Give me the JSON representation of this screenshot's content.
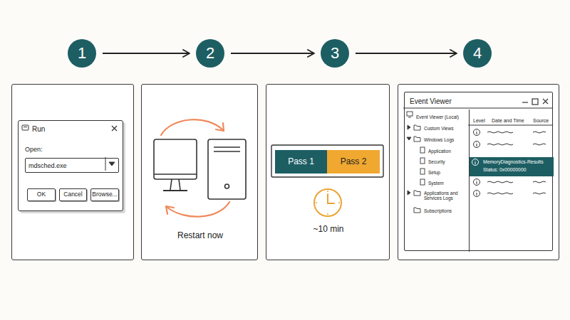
{
  "diagram": {
    "nodes": [
      {
        "text": [
          "1"
        ]
      },
      {
        "text": [
          "2"
        ]
      },
      {
        "text": [
          "3"
        ]
      },
      {
        "text": [
          "4"
        ]
      },
      {
        "text": []
      },
      {
        "text": [
          "Run",
          "Open:"
        ],
        "in": 4
      },
      {
        "text": [
          "mdsched.exe"
        ],
        "in": 5
      },
      {
        "text": [
          "OK"
        ],
        "in": 5
      },
      {
        "text": [
          "Cancel"
        ],
        "in": 5
      },
      {
        "text": [
          "Browse..."
        ],
        "in": 5
      },
      {
        "text": [
          "Restart now"
        ]
      },
      {
        "text": [
          "~10 min"
        ]
      },
      {
        "text": [
          "Pass 1"
        ],
        "in": 11
      },
      {
        "text": [
          "Pass 2"
        ],
        "in": 11
      },
      {
        "text": []
      },
      {
        "text": [
          "Event Viewer"
        ],
        "in": 14
      },
      {
        "text": [
          "Event Viewer (Local)",
          "Custom Views",
          "Windows Logs",
          "Application",
          "Security",
          "Setup",
          "System",
          "Applications and Services Logs",
          "Subscriptions"
        ],
        "in": 15
      },
      {
        "text": [
          "Level",
          "Date and Time",
          "Source"
        ],
        "in": 15
      },
      {
        "text": [
          "MemoryDiagnostics-Results",
          "Status: 0x00000000"
        ],
        "in": 17
      }
    ],
    "edges": [
      {
        "from": 0,
        "to": 1,
        "arrow": "to"
      },
      {
        "from": 1,
        "to": 2,
        "arrow": "to"
      },
      {
        "from": 2,
        "to": 3,
        "arrow": "to"
      }
    ]
  }
}
